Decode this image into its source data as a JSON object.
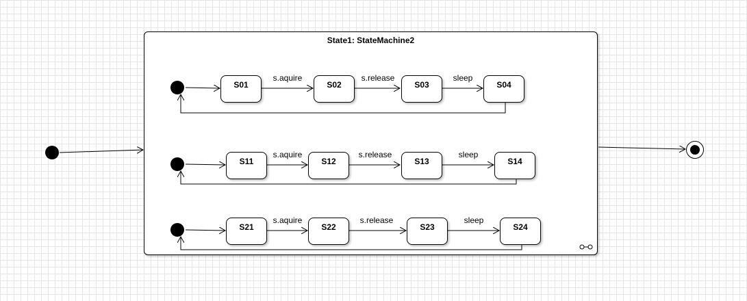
{
  "diagram": {
    "composite_title": "State1: StateMachine2",
    "regions": [
      {
        "states": [
          "S01",
          "S02",
          "S03",
          "S04"
        ],
        "transitions": [
          "s.aquire",
          "s.release",
          "sleep"
        ]
      },
      {
        "states": [
          "S11",
          "S12",
          "S13",
          "S14"
        ],
        "transitions": [
          "s.aquire",
          "s.release",
          "sleep"
        ]
      },
      {
        "states": [
          "S21",
          "S22",
          "S23",
          "S24"
        ],
        "transitions": [
          "s.aquire",
          "s.release",
          "sleep"
        ]
      }
    ]
  }
}
